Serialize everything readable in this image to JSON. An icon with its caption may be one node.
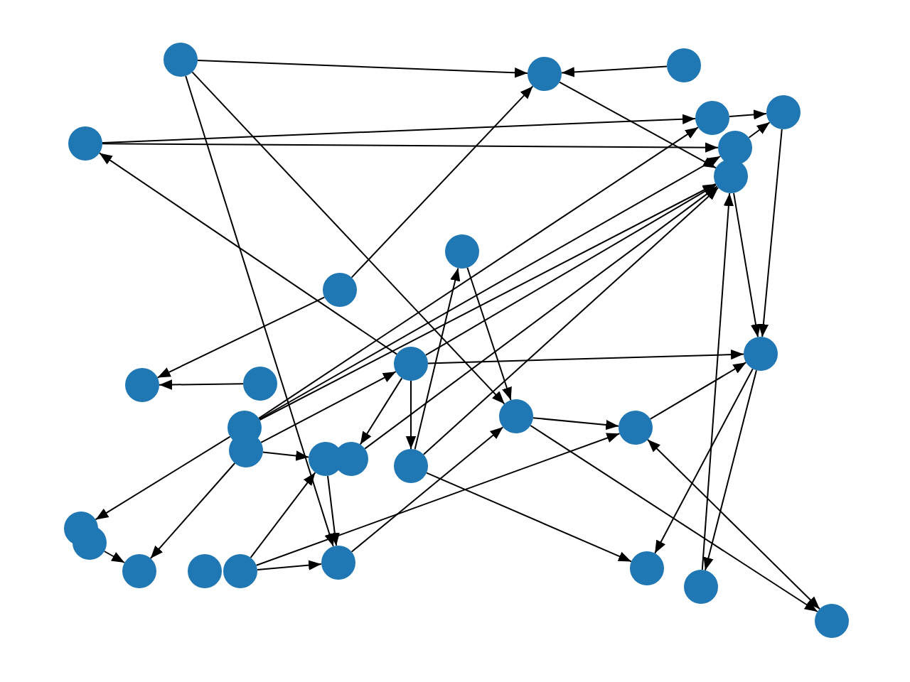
{
  "diagram": {
    "nodes": [
      {
        "text": [],
        "shape": "circle"
      },
      {
        "text": [],
        "shape": "circle"
      },
      {
        "text": [],
        "shape": "circle"
      },
      {
        "text": [],
        "shape": "circle"
      },
      {
        "text": [],
        "shape": "circle"
      },
      {
        "text": [],
        "shape": "circle"
      },
      {
        "text": [],
        "shape": "circle"
      },
      {
        "text": [],
        "shape": "circle"
      },
      {
        "text": [],
        "shape": "circle"
      },
      {
        "text": [],
        "shape": "circle"
      },
      {
        "text": [],
        "shape": "circle"
      },
      {
        "text": [],
        "shape": "circle"
      },
      {
        "text": [],
        "shape": "circle"
      },
      {
        "text": [],
        "shape": "circle"
      },
      {
        "text": [],
        "shape": "circle"
      },
      {
        "text": [],
        "shape": "circle"
      },
      {
        "text": [],
        "shape": "circle"
      },
      {
        "text": [],
        "shape": "circle"
      },
      {
        "text": [],
        "shape": "circle"
      },
      {
        "text": [],
        "shape": "circle"
      },
      {
        "text": [],
        "shape": "circle"
      },
      {
        "text": [],
        "shape": "circle"
      },
      {
        "text": [],
        "shape": "circle"
      },
      {
        "text": [],
        "shape": "circle"
      },
      {
        "text": [],
        "shape": "circle"
      },
      {
        "text": [],
        "shape": "circle"
      },
      {
        "text": [],
        "shape": "circle"
      },
      {
        "text": [],
        "shape": "circle"
      },
      {
        "text": [],
        "shape": "circle"
      },
      {
        "text": [],
        "shape": "circle"
      }
    ],
    "edges": [
      {
        "from": 0,
        "to": 1,
        "arrow": "to"
      },
      {
        "from": 0,
        "to": 14,
        "arrow": "to"
      },
      {
        "from": 0,
        "to": 26,
        "arrow": "to"
      },
      {
        "from": 3,
        "to": 4,
        "arrow": "to"
      },
      {
        "from": 3,
        "to": 6,
        "arrow": "to"
      },
      {
        "from": 2,
        "to": 1,
        "arrow": "to"
      },
      {
        "from": 1,
        "to": 7,
        "arrow": "to"
      },
      {
        "from": 4,
        "to": 5,
        "arrow": "to"
      },
      {
        "from": 6,
        "to": 5,
        "arrow": "to"
      },
      {
        "from": 13,
        "to": 3,
        "arrow": "to"
      },
      {
        "from": 8,
        "to": 14,
        "arrow": "to"
      },
      {
        "from": 9,
        "to": 11,
        "arrow": "to"
      },
      {
        "from": 9,
        "to": 1,
        "arrow": "to"
      },
      {
        "from": 12,
        "to": 11,
        "arrow": "to"
      },
      {
        "from": 13,
        "to": 10,
        "arrow": "to"
      },
      {
        "from": 13,
        "to": 19,
        "arrow": "to"
      },
      {
        "from": 13,
        "to": 20,
        "arrow": "to"
      },
      {
        "from": 13,
        "to": 7,
        "arrow": "to"
      },
      {
        "from": 14,
        "to": 15,
        "arrow": "to"
      },
      {
        "from": 14,
        "to": 29,
        "arrow": "to"
      },
      {
        "from": 15,
        "to": 10,
        "arrow": "to"
      },
      {
        "from": 15,
        "to": 29,
        "arrow": "both"
      },
      {
        "from": 16,
        "to": 7,
        "arrow": "to"
      },
      {
        "from": 16,
        "to": 6,
        "arrow": "to"
      },
      {
        "from": 16,
        "to": 4,
        "arrow": "to"
      },
      {
        "from": 17,
        "to": 18,
        "arrow": "to"
      },
      {
        "from": 17,
        "to": 13,
        "arrow": "to"
      },
      {
        "from": 18,
        "to": 26,
        "arrow": "to"
      },
      {
        "from": 19,
        "to": 7,
        "arrow": "to"
      },
      {
        "from": 20,
        "to": 27,
        "arrow": "to"
      },
      {
        "from": 20,
        "to": 7,
        "arrow": "to"
      },
      {
        "from": 20,
        "to": 8,
        "arrow": "to"
      },
      {
        "from": 22,
        "to": 23,
        "arrow": "to"
      },
      {
        "from": 25,
        "to": 18,
        "arrow": "to"
      },
      {
        "from": 25,
        "to": 26,
        "arrow": "to"
      },
      {
        "from": 25,
        "to": 15,
        "arrow": "to"
      },
      {
        "from": 28,
        "to": 7,
        "arrow": "to"
      },
      {
        "from": 10,
        "to": 28,
        "arrow": "to"
      },
      {
        "from": 10,
        "to": 27,
        "arrow": "to"
      },
      {
        "from": 7,
        "to": 10,
        "arrow": "to"
      },
      {
        "from": 5,
        "to": 10,
        "arrow": "to"
      },
      {
        "from": 26,
        "to": 14,
        "arrow": "to"
      },
      {
        "from": 16,
        "to": 21,
        "arrow": "to"
      },
      {
        "from": 17,
        "to": 23,
        "arrow": "to"
      }
    ]
  }
}
